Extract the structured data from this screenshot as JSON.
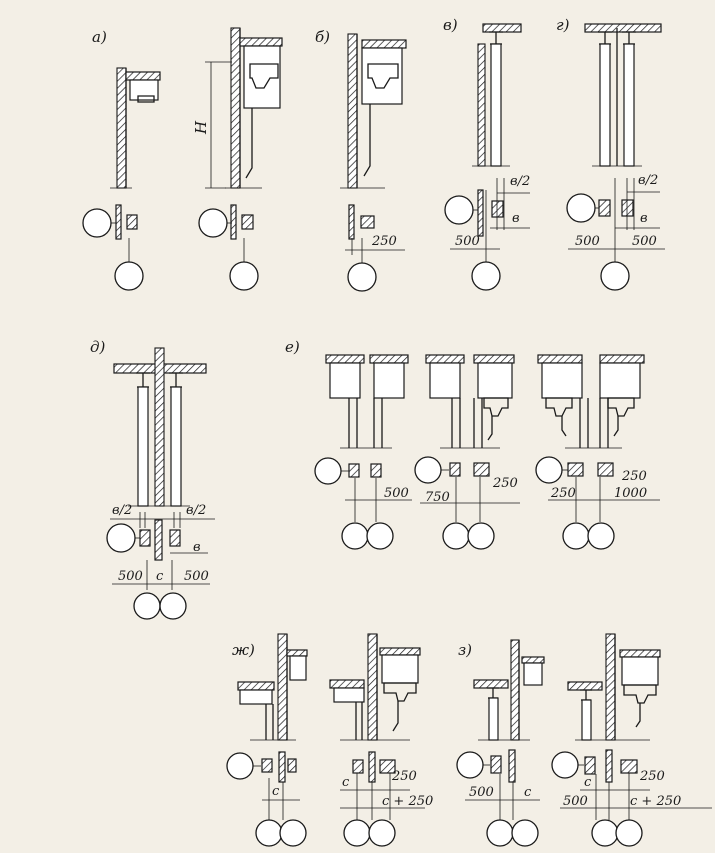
{
  "panels": {
    "a": {
      "label": "а)",
      "height_mark": "H"
    },
    "b": {
      "label": "б)",
      "dim1": "250"
    },
    "v": {
      "label": "в)",
      "dim_half": "в/2",
      "dim_b": "в",
      "dim1": "500"
    },
    "g": {
      "label": "г)",
      "dim_half": "в/2",
      "dim_b": "в",
      "dim1": "500",
      "dim2": "500"
    },
    "d": {
      "label": "д)",
      "dim_half_l": "в/2",
      "dim_half_r": "в/2",
      "dim_b": "в",
      "dim_c": "с",
      "dim1": "500",
      "dim2": "500"
    },
    "e": {
      "label": "е)",
      "dim1": "500",
      "dim2": "750",
      "dim3": "250",
      "dim4": "250",
      "dim5": "250",
      "dim6": "1000"
    },
    "zh": {
      "label": "ж)",
      "dim_c1": "с",
      "dim_c2": "с",
      "dim_250": "250",
      "dim_c250": "с + 250"
    },
    "z": {
      "label": "з)",
      "dim_500a": "500",
      "dim_c1": "с",
      "dim_c2": "с",
      "dim_250": "250",
      "dim_500b": "500",
      "dim_c250": "с + 250"
    }
  }
}
